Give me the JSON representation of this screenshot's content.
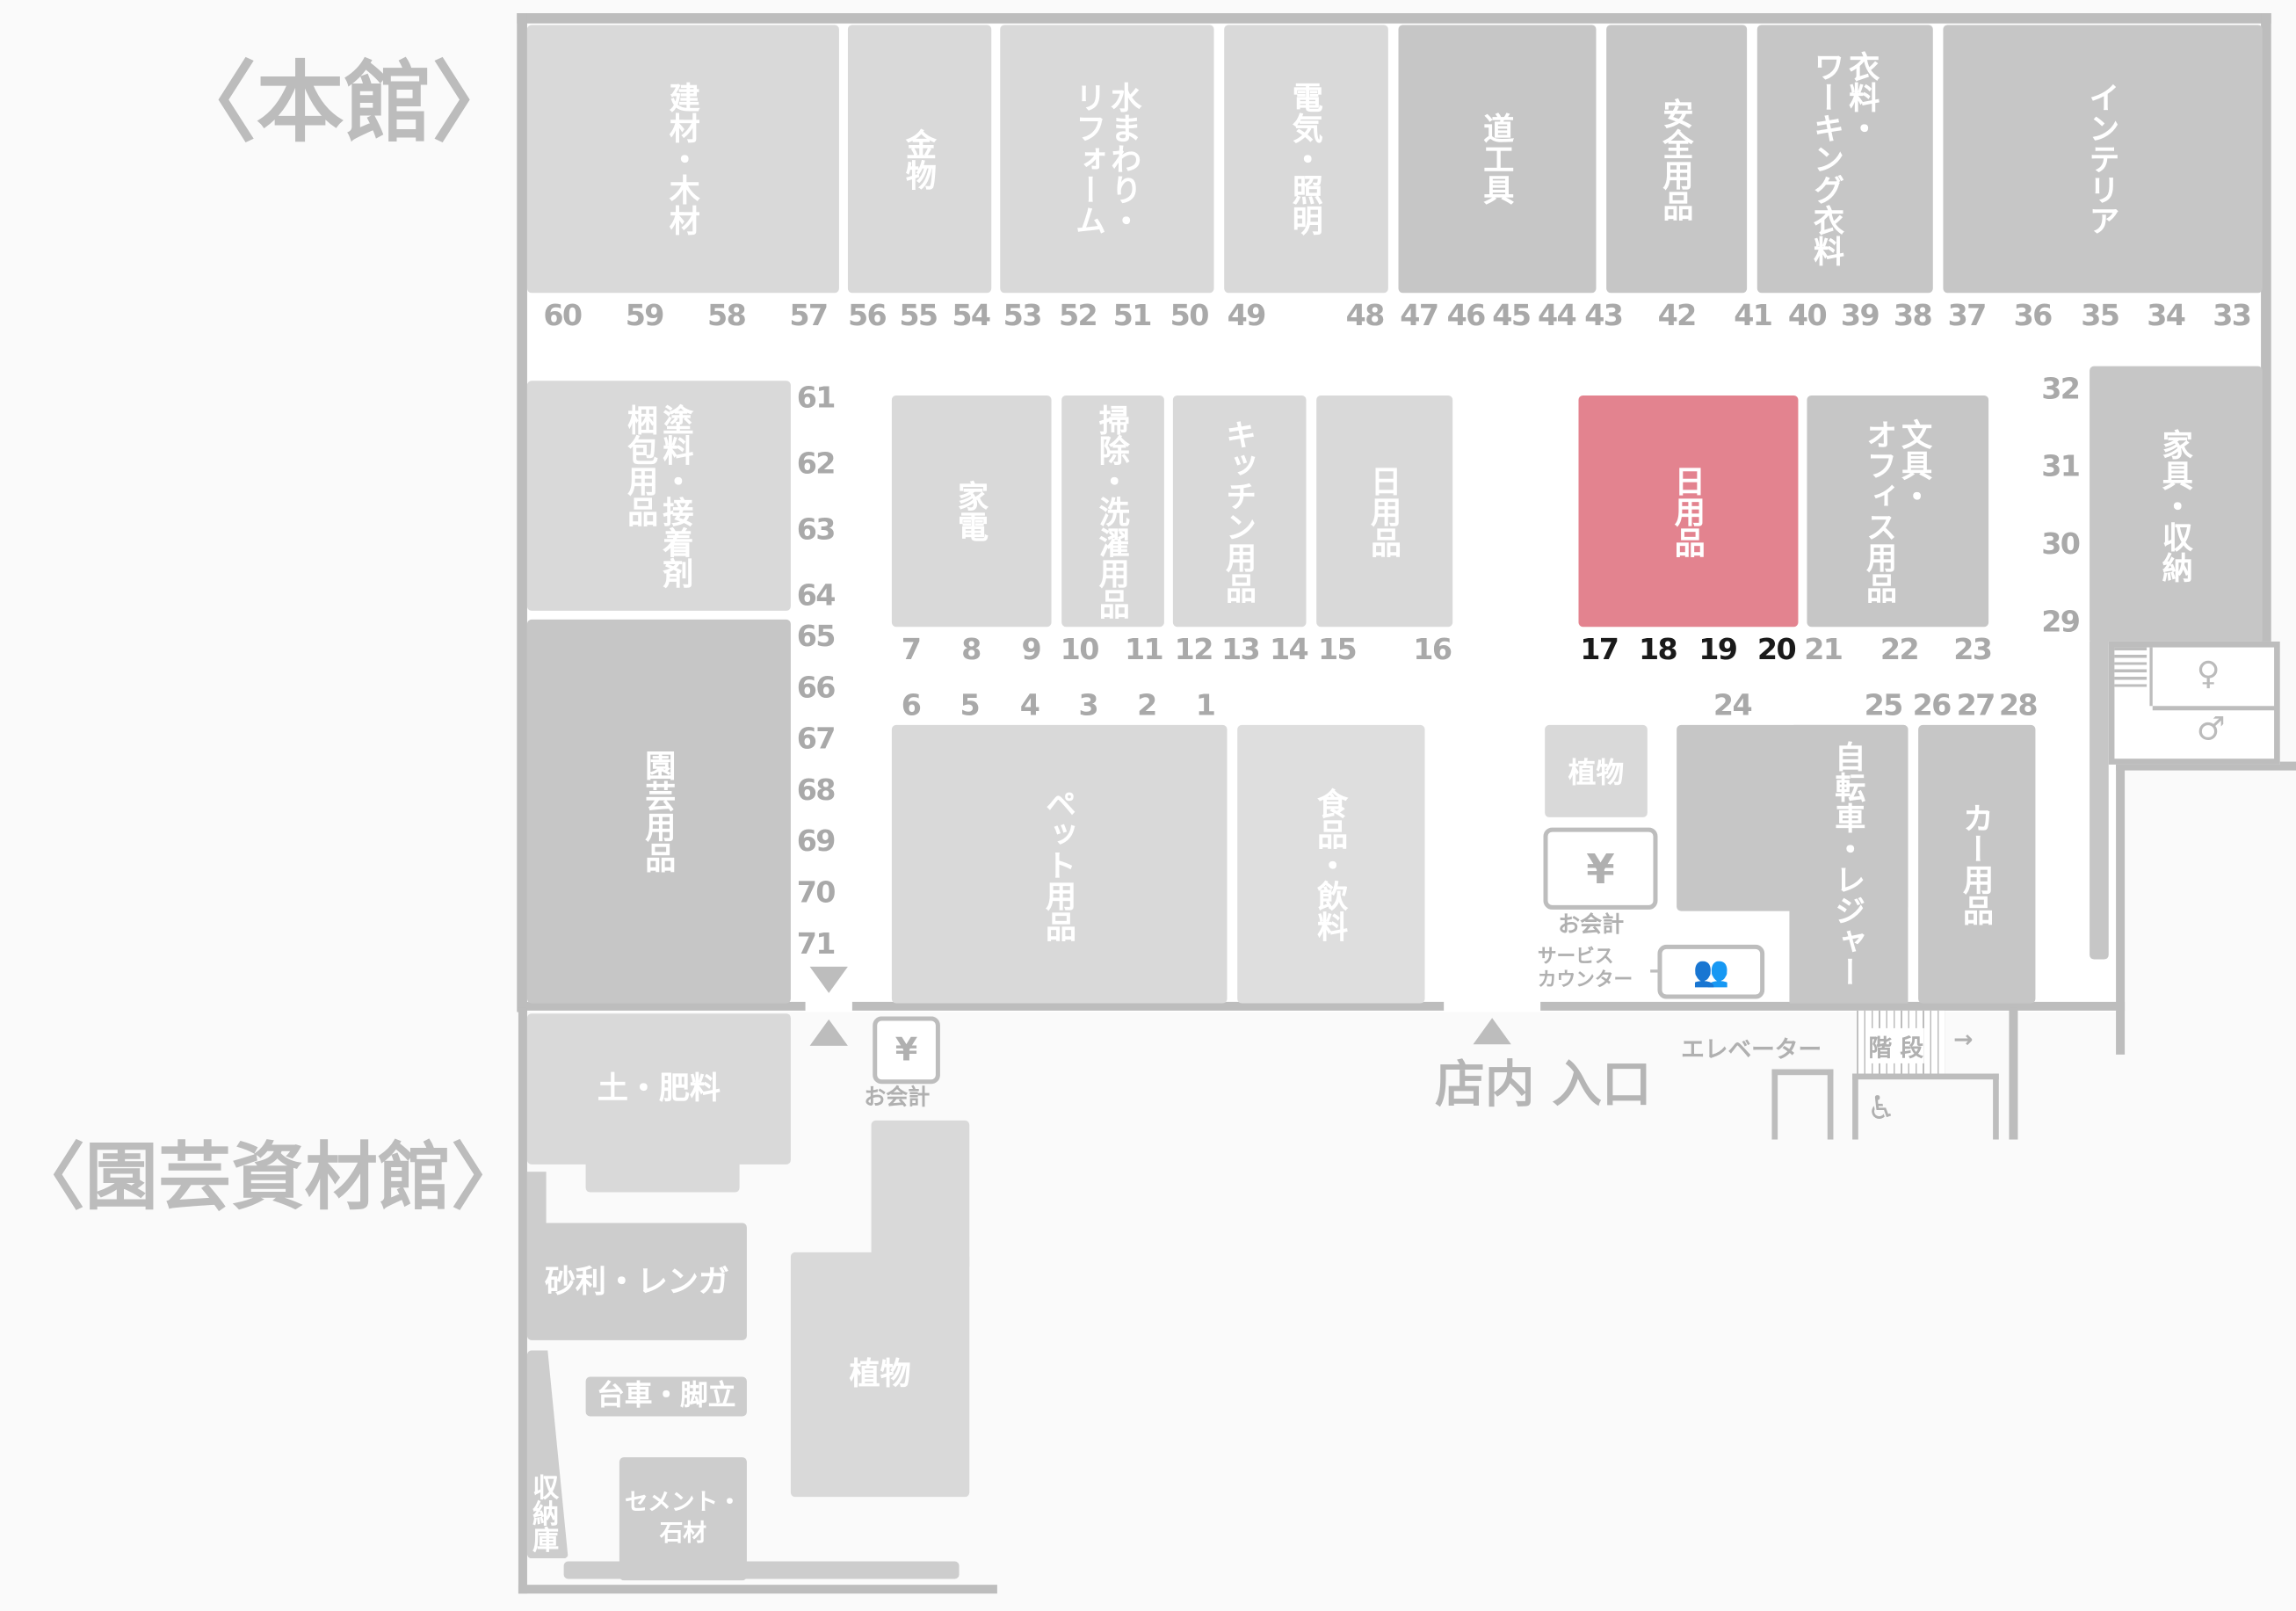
{
  "titles": {
    "main_building": "〈本館〉",
    "garden_building": "〈園芸資材館〉"
  },
  "colors": {
    "highlight": "#e3838f",
    "wall": "#bdbdbd",
    "block_light": "#d9d9d9",
    "block_dark": "#c6c6c6"
  },
  "main": {
    "top_row": [
      "建材・木材",
      "金物",
      "水まわり・\nリフォーム",
      "電気・照明",
      "道工具",
      "安全用品",
      "衣料・\nワーキング衣料",
      "インテリア"
    ],
    "left": [
      "塗料・接着剤\n梱包用品",
      "園芸用品"
    ],
    "middle": [
      "家電",
      "掃除・洗濯用品",
      "キッチン用品",
      "日用品",
      "日用品",
      "文具・\nオフィス用品"
    ],
    "right": "家具・収納",
    "lower": [
      "ペット用品",
      "食品・飲料",
      "植物",
      "自転車・レジャー",
      "カー用品"
    ],
    "checkout_symbol": "¥",
    "checkout_label": "お会計",
    "service_counter": "サービス\nカウンター",
    "entrance": "店内\n入口",
    "elevator": "エレベーター",
    "stairs": "階 段",
    "highlighted_aisles": [
      "17",
      "18",
      "19",
      "20"
    ]
  },
  "aisle_numbers": [
    "60",
    "59",
    "58",
    "57",
    "56",
    "55",
    "54",
    "53",
    "52",
    "51",
    "50",
    "49",
    "48",
    "47",
    "46",
    "45",
    "44",
    "43",
    "42",
    "41",
    "40",
    "39",
    "38",
    "37",
    "36",
    "35",
    "34",
    "33",
    "61",
    "62",
    "63",
    "64",
    "65",
    "66",
    "67",
    "68",
    "69",
    "70",
    "71",
    "32",
    "31",
    "30",
    "29",
    "7",
    "8",
    "9",
    "10",
    "11",
    "12",
    "13",
    "14",
    "15",
    "16",
    "17",
    "18",
    "19",
    "20",
    "21",
    "22",
    "23",
    "6",
    "5",
    "4",
    "3",
    "2",
    "1",
    "24",
    "25",
    "26",
    "27",
    "28"
  ],
  "garden": {
    "blocks": [
      "土・肥料",
      "砂利・レンガ",
      "台車・脚立",
      "収納庫",
      "セメント・\n石材",
      "植物"
    ],
    "checkout_symbol": "¥",
    "checkout_label": "お会計"
  }
}
